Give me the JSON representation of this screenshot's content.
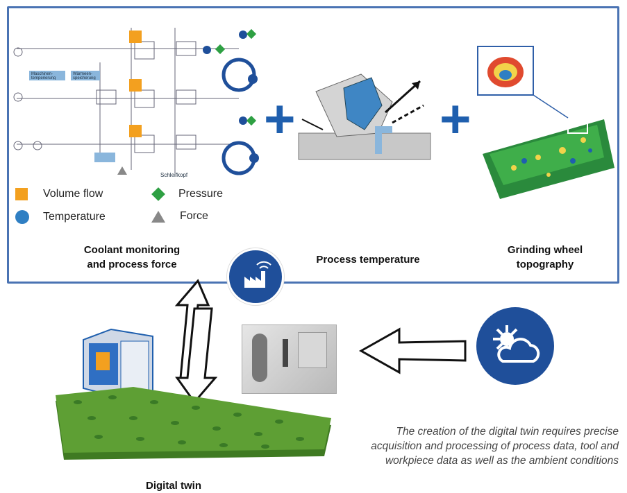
{
  "legend": {
    "volume_flow": "Volume flow",
    "pressure": "Pressure",
    "temperature": "Temperature",
    "force": "Force"
  },
  "captions": {
    "coolant_line1": "Coolant monitoring",
    "coolant_line2": "and process force",
    "process_temperature": "Process temperature",
    "grinding_line1": "Grinding wheel",
    "grinding_line2": "topography",
    "digital_twin": "Digital twin"
  },
  "schematic": {
    "label_a": "Maschinen-temperierung",
    "label_b": "Wärmeen-speicherung",
    "label_c": "Schleifkopf"
  },
  "note": "The creation of the digital twin requires precise acquisition and processing of process data, tool and workpiece data as well as the ambient conditions",
  "colors": {
    "frame": "#4a73b3",
    "accent": "#1f4f9a",
    "volume_flow": "#f3a01f",
    "temperature": "#2f7fc3",
    "pressure": "#2ea043",
    "force": "#888888",
    "twin": "#4f8a2b"
  },
  "icons": [
    "factory-wifi-icon",
    "weather-sun-cloud-icon"
  ]
}
